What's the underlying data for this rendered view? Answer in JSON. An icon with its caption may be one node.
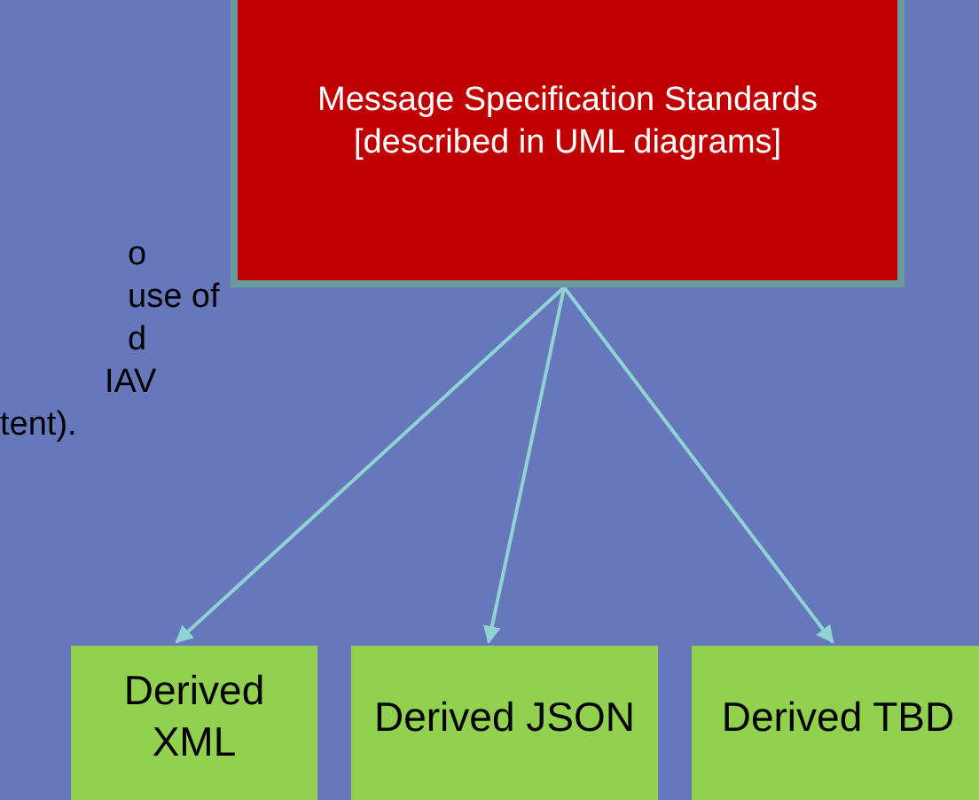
{
  "diagram": {
    "nodes": [
      {
        "text": [
          "Message Specification Standards [described in UML diagrams]"
        ]
      },
      {
        "text": [
          "Derived XML"
        ]
      },
      {
        "text": [
          "Derived JSON"
        ]
      },
      {
        "text": [
          "Derived TBD"
        ]
      }
    ],
    "edges": [
      {
        "from": 0,
        "to": 1,
        "arrow": "to"
      },
      {
        "from": 0,
        "to": 2,
        "arrow": "to"
      },
      {
        "from": 0,
        "to": 3,
        "arrow": "to"
      }
    ],
    "labels": [
      "o",
      "use of",
      "d",
      "IAV",
      "tent)."
    ]
  }
}
